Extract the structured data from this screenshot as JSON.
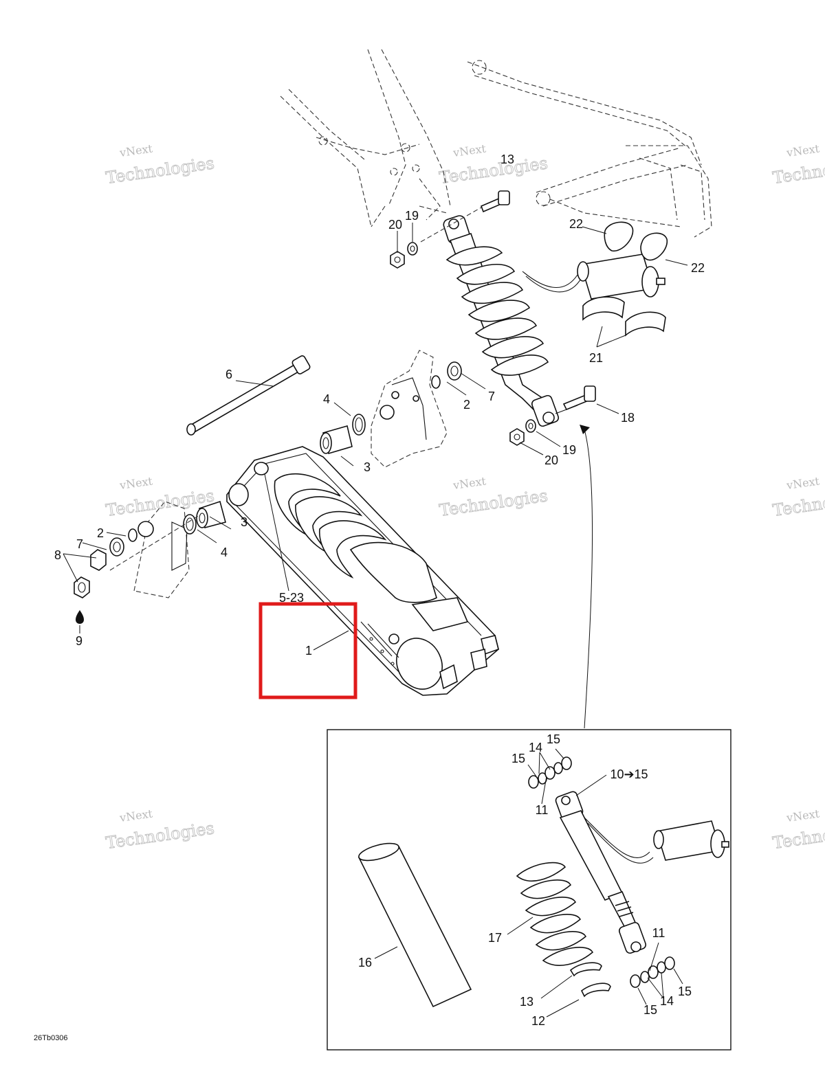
{
  "watermark": {
    "line1": "vNext",
    "line2": "Technologies"
  },
  "drawing_code": "26Tb0306",
  "highlight": {
    "color": "#e01b1b"
  },
  "callouts": [
    {
      "id": "c1",
      "text": "1"
    },
    {
      "id": "c2a",
      "text": "2"
    },
    {
      "id": "c2b",
      "text": "2"
    },
    {
      "id": "c3a",
      "text": "3"
    },
    {
      "id": "c3b",
      "text": "3"
    },
    {
      "id": "c4a",
      "text": "4"
    },
    {
      "id": "c4b",
      "text": "4"
    },
    {
      "id": "c523",
      "text": "5-23"
    },
    {
      "id": "c6",
      "text": "6"
    },
    {
      "id": "c7a",
      "text": "7"
    },
    {
      "id": "c7b",
      "text": "7"
    },
    {
      "id": "c8",
      "text": "8"
    },
    {
      "id": "c9",
      "text": "9"
    },
    {
      "id": "c1015",
      "text": "10➔15"
    },
    {
      "id": "c11a",
      "text": "11"
    },
    {
      "id": "c11b",
      "text": "11"
    },
    {
      "id": "c12",
      "text": "12"
    },
    {
      "id": "c13",
      "text": "13"
    },
    {
      "id": "c13b",
      "text": "13"
    },
    {
      "id": "c14a",
      "text": "14"
    },
    {
      "id": "c14b",
      "text": "14"
    },
    {
      "id": "c15a",
      "text": "15"
    },
    {
      "id": "c15b",
      "text": "15"
    },
    {
      "id": "c15c",
      "text": "15"
    },
    {
      "id": "c15d",
      "text": "15"
    },
    {
      "id": "c16",
      "text": "16"
    },
    {
      "id": "c17",
      "text": "17"
    },
    {
      "id": "c18",
      "text": "18"
    },
    {
      "id": "c19a",
      "text": "19"
    },
    {
      "id": "c19b",
      "text": "19"
    },
    {
      "id": "c20a",
      "text": "20"
    },
    {
      "id": "c20b",
      "text": "20"
    },
    {
      "id": "c21",
      "text": "21"
    },
    {
      "id": "c22a",
      "text": "22"
    },
    {
      "id": "c22b",
      "text": "22"
    }
  ]
}
